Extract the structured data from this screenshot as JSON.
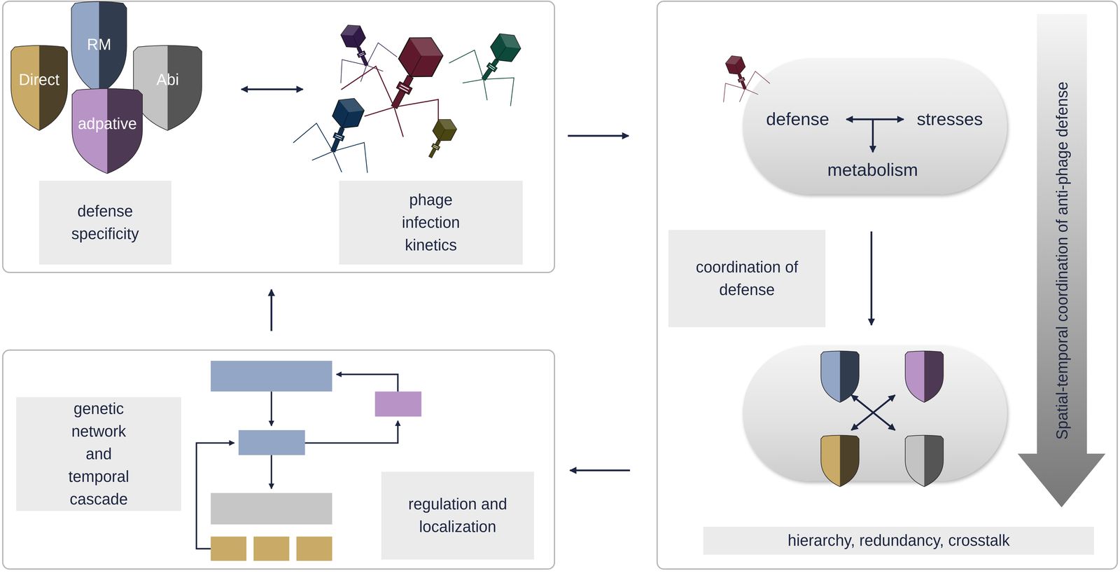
{
  "diagram": {
    "nodes": [
      {
        "text": []
      },
      {
        "text": [
          "Direct"
        ],
        "in": 0
      },
      {
        "text": [
          "RM"
        ],
        "in": 0
      },
      {
        "text": [
          "Abi"
        ],
        "in": 0
      },
      {
        "text": [
          "adpative"
        ],
        "in": 0
      },
      {
        "text": [
          "defense specificity"
        ],
        "in": 0
      },
      {
        "text": [
          "phage infection kinetics"
        ],
        "in": 0
      },
      {
        "text": []
      },
      {
        "text": [
          "defense",
          "stresses",
          "metabolism"
        ],
        "in": 7
      },
      {
        "text": [
          "coordination of defense"
        ],
        "in": 7
      },
      {
        "text": [],
        "in": 7
      },
      {
        "text": [
          "hierarchy, redundancy, crosstalk"
        ],
        "in": 7
      },
      {
        "text": [
          "Spatial-temporal coordination of anti-phage defense"
        ],
        "in": 7
      },
      {
        "text": []
      },
      {
        "text": [
          "genetic network and temporal cascade"
        ],
        "in": 13
      },
      {
        "text": [
          "regulation and localization"
        ],
        "in": 13
      }
    ],
    "edges": [
      {
        "from": 0,
        "to": 7,
        "arrow": "to"
      },
      {
        "from": 7,
        "to": 13,
        "arrow": "to"
      },
      {
        "from": 13,
        "to": 0,
        "arrow": "to"
      },
      {
        "from": 8,
        "to": 10,
        "arrow": "to"
      }
    ]
  }
}
